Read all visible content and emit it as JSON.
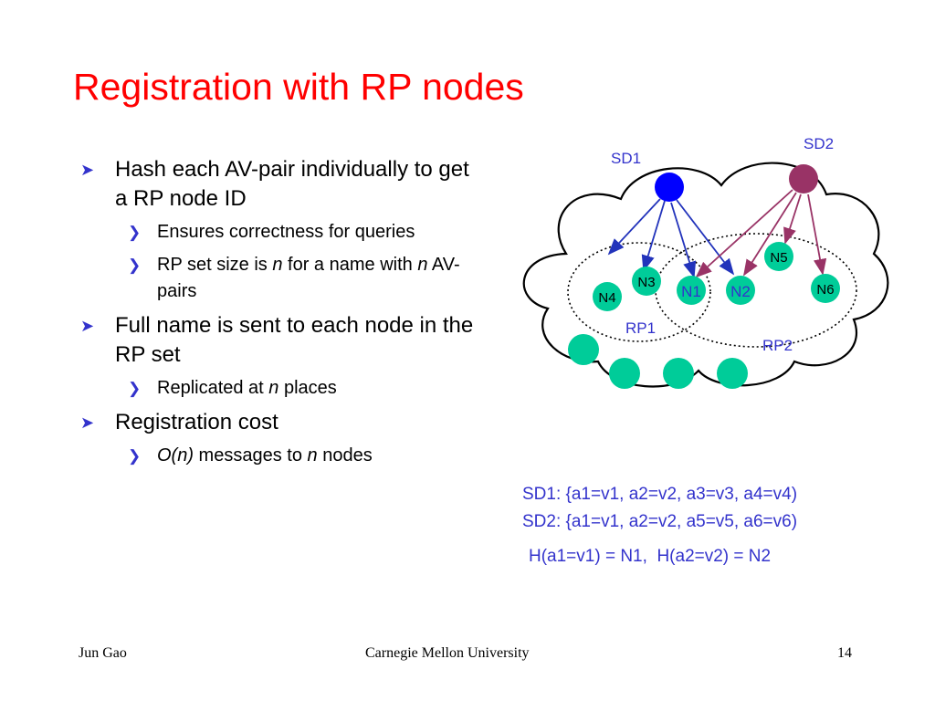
{
  "slide": {
    "title": "Registration with RP nodes",
    "bullets": [
      {
        "text": "Hash each AV-pair individually to get a RP node ID",
        "subs": [
          "Ensures correctness for queries",
          [
            "RP set size is ",
            "n",
            " for a name with ",
            "n",
            " AV-pairs"
          ]
        ]
      },
      {
        "text": "Full name is sent to each node in the RP set",
        "subs": [
          [
            "Replicated at ",
            "n",
            " places"
          ]
        ]
      },
      {
        "text": "Registration cost",
        "subs": [
          [
            "O(n)",
            " messages to ",
            "n",
            " nodes"
          ]
        ]
      }
    ]
  },
  "diagram": {
    "sd1_label": "SD1",
    "sd2_label": "SD2",
    "rp1_label": "RP1",
    "rp2_label": "RP2",
    "nodes": [
      "N1",
      "N2",
      "N3",
      "N4",
      "N5",
      "N6"
    ],
    "colors": {
      "sd1": "#0000ff",
      "sd2": "#993366",
      "node": "#00cc99",
      "text": "#3333cc"
    }
  },
  "equations": {
    "sd1": "SD1: {a1=v1, a2=v2, a3=v3, a4=v4)",
    "sd2": "SD2: {a1=v1, a2=v2, a5=v5, a6=v6)",
    "hash": "H(a1=v1) = N1,  H(a2=v2) = N2"
  },
  "footer": {
    "author": "Jun Gao",
    "institution": "Carnegie Mellon University",
    "page": "14"
  }
}
